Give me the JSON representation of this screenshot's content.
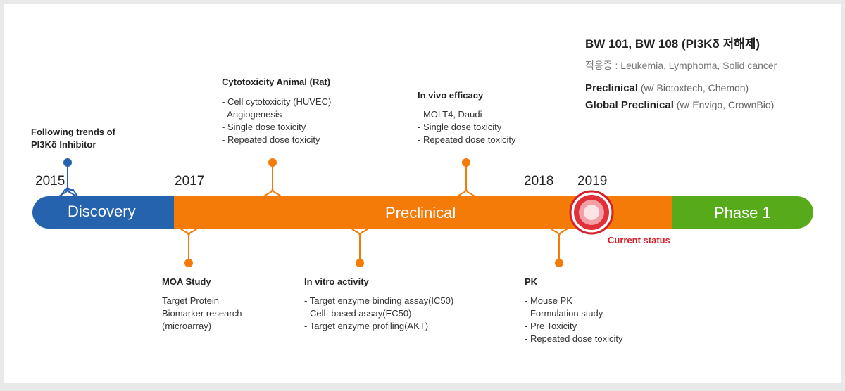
{
  "years": [
    "2015",
    "2017",
    "2018",
    "2019"
  ],
  "bar": {
    "discovery": "Discovery",
    "preclinical": "Preclinical",
    "phase1": "Phase 1",
    "current_status": "Current status",
    "colors": {
      "discovery": "#2563ae",
      "preclinical": "#f47b07",
      "phase1": "#57ab1a",
      "current": "#d4202a"
    }
  },
  "milestones": {
    "trends": {
      "title_lines": [
        "Following trends of",
        "PI3Kδ Inhibitor"
      ]
    },
    "cytotoxicity": {
      "title": "Cytotoxicity Animal (Rat)",
      "lines": [
        "- Cell cytotoxicity (HUVEC)",
        "- Angiogenesis",
        "- Single dose toxicity",
        "- Repeated dose toxicity"
      ]
    },
    "invivo": {
      "title": "In vivo efficacy",
      "lines": [
        "- MOLT4, Daudi",
        "- Single dose toxicity",
        "- Repeated dose toxicity"
      ]
    },
    "moa": {
      "title": "MOA Study",
      "lines": [
        "Target Protein",
        "Biomarker research",
        "(microarray)"
      ]
    },
    "invitro": {
      "title": "In vitro activity",
      "lines": [
        "- Target enzyme binding assay(IC50)",
        "- Cell- based assay(EC50)",
        "- Target enzyme profiling(AKT)"
      ]
    },
    "pk": {
      "title": "PK",
      "lines": [
        "- Mouse PK",
        "- Formulation study",
        "- Pre Toxicity",
        "- Repeated dose toxicity"
      ]
    }
  },
  "info": {
    "title": "BW 101, BW 108 (PI3Kδ 저해제)",
    "indication": "적응증 : Leukemia, Lymphoma, Solid cancer",
    "preclinical_label": "Preclinical",
    "preclinical_partner": " (w/ Biotoxtech, Chemon)",
    "global_label": "Global Preclinical",
    "global_partner": " (w/ Envigo, CrownBio)"
  }
}
